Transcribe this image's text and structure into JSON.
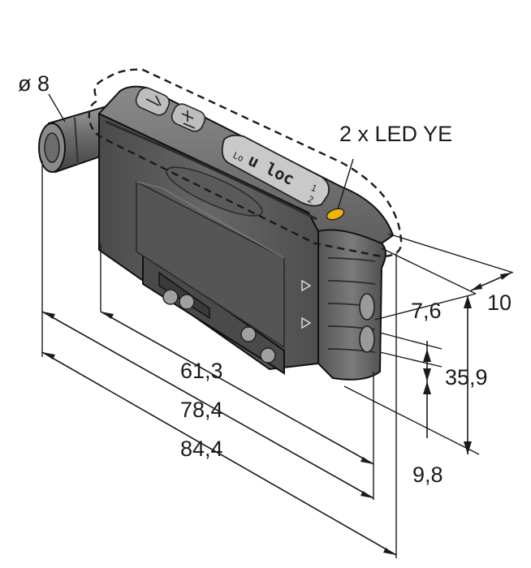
{
  "labels": {
    "cable_diameter": "ø 8",
    "led": "2 x LED YE",
    "depth": "10",
    "dim_7_6": "7,6",
    "dim_35_9": "35,9",
    "dim_9_8": "9,8",
    "dim_61_3": "61,3",
    "dim_78_4": "78,4",
    "dim_84_4": "84,4"
  },
  "display": {
    "text": "u loc",
    "lo": "Lo",
    "indicator_1": "1",
    "indicator_2": "2"
  },
  "colors": {
    "housing": "#5c5c5c",
    "housing_dark": "#3c3c3c",
    "housing_top": "#7a7a7a",
    "lcd": "#c9c9c9",
    "led": "#f2b400"
  },
  "icons": [
    "arrow-up-down-button-icon",
    "plus-minus-button-icon",
    "triangle-marker-icon"
  ]
}
